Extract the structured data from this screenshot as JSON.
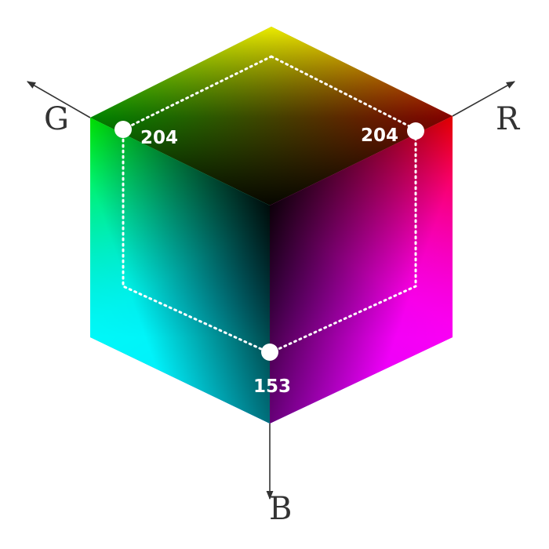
{
  "axes": {
    "g": {
      "label": "G",
      "color": "#333333"
    },
    "r": {
      "label": "R",
      "color": "#333333"
    },
    "b": {
      "label": "B",
      "color": "#333333"
    }
  },
  "points": {
    "green": {
      "value": "204"
    },
    "red": {
      "value": "204"
    },
    "blue": {
      "value": "153"
    }
  },
  "colors": {
    "black": "#000000",
    "red": "#ff0000",
    "green": "#00ff00",
    "blue": "#0000ff",
    "yellow": "#ffff00",
    "cyan": "#00ffff",
    "magenta": "#ff00ff",
    "marker": "#ffffff",
    "outline": "#ffffff"
  }
}
